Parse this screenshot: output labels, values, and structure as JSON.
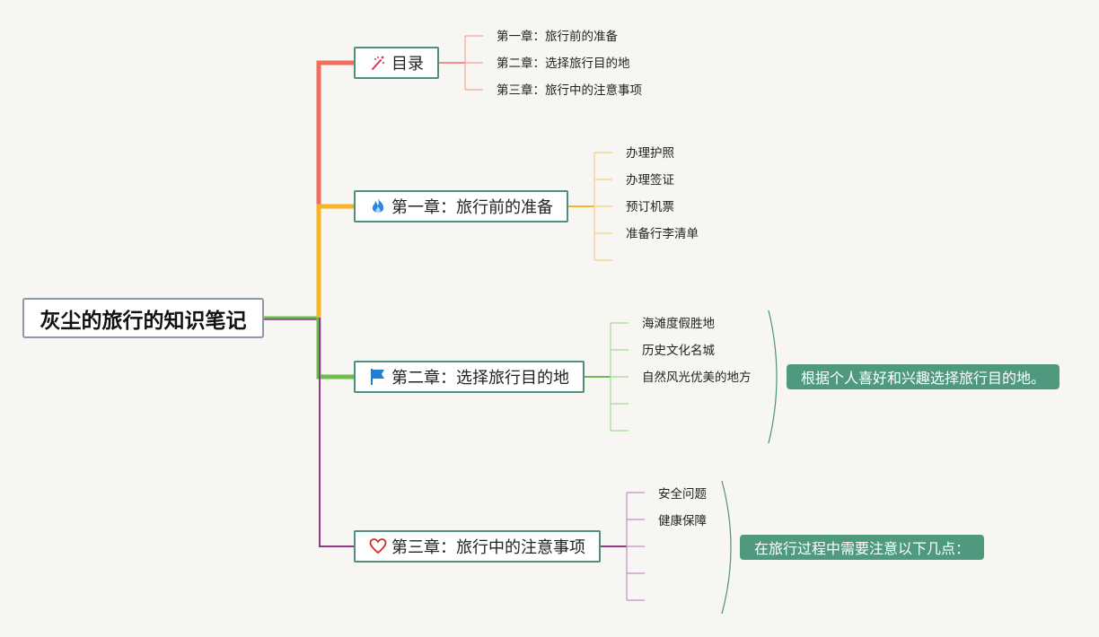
{
  "root": {
    "title": "灰尘的旅行的知识笔记"
  },
  "colors": {
    "toc": "#f26b5b",
    "ch1": "#f7b425",
    "ch2": "#6cbd4f",
    "ch3": "#8e3a86",
    "box_border": "#4f8f80",
    "summary_bg": "#4f9a7e"
  },
  "branches": [
    {
      "label": "目录",
      "icon": "magic-wand-icon",
      "leaves": [
        "第一章：旅行前的准备",
        "第二章：选择旅行目的地",
        "第三章：旅行中的注意事项"
      ]
    },
    {
      "label": "第一章：旅行前的准备",
      "icon": "fire-icon",
      "leaves": [
        "办理护照",
        "办理签证",
        "预订机票",
        "准备行李清单"
      ]
    },
    {
      "label": "第二章：选择旅行目的地",
      "icon": "flag-icon",
      "leaves": [
        "海滩度假胜地",
        "历史文化名城",
        "自然风光优美的地方"
      ],
      "summary": "根据个人喜好和兴趣选择旅行目的地。"
    },
    {
      "label": "第三章：旅行中的注意事项",
      "icon": "heart-icon",
      "leaves": [
        "安全问题",
        "健康保障"
      ],
      "summary": "在旅行过程中需要注意以下几点："
    }
  ]
}
